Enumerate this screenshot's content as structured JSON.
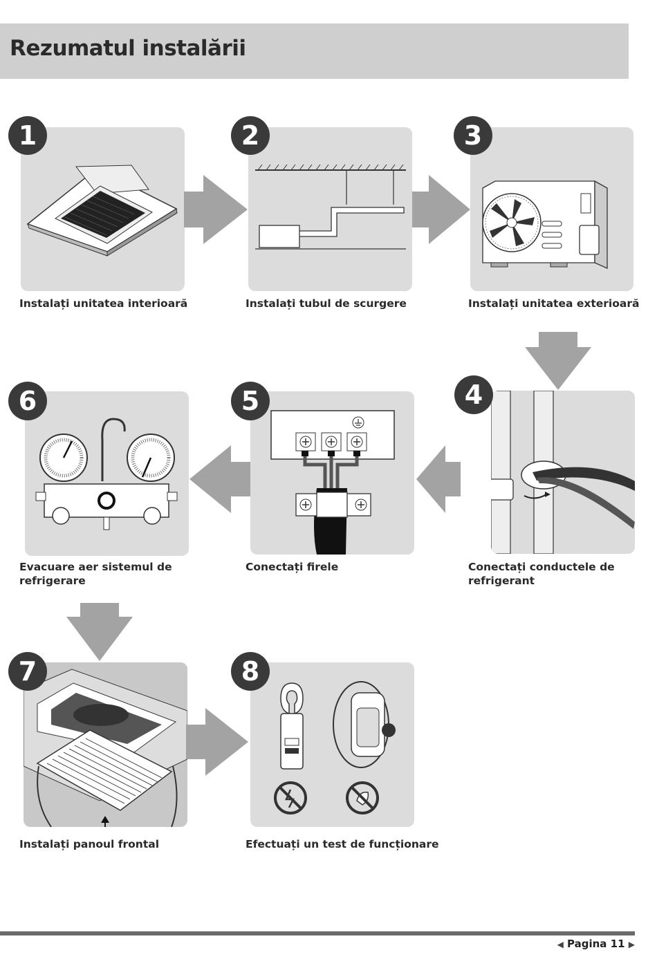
{
  "header": {
    "title": "Rezumatul instalării"
  },
  "steps": [
    {
      "number": "1",
      "caption": "Instalați unitatea interioară"
    },
    {
      "number": "2",
      "caption": "Instalați tubul de scurgere"
    },
    {
      "number": "3",
      "caption": "Instalați unitatea exterioară"
    },
    {
      "number": "4",
      "caption": "Conectați conductele de refrigerant"
    },
    {
      "number": "5",
      "caption": "Conectați firele"
    },
    {
      "number": "6",
      "caption": "Evacuare aer sistemul de refrigerare"
    },
    {
      "number": "7",
      "caption": "Instalați panoul frontal"
    },
    {
      "number": "8",
      "caption": "Efectuați un test de funcționare"
    }
  ],
  "footer": {
    "page_label": "Pagina 11"
  },
  "colors": {
    "panel": "#dcdcdc",
    "arrow": "#a3a3a3",
    "badge": "#3a3a3a",
    "title_bar": "#cfcfcf"
  }
}
